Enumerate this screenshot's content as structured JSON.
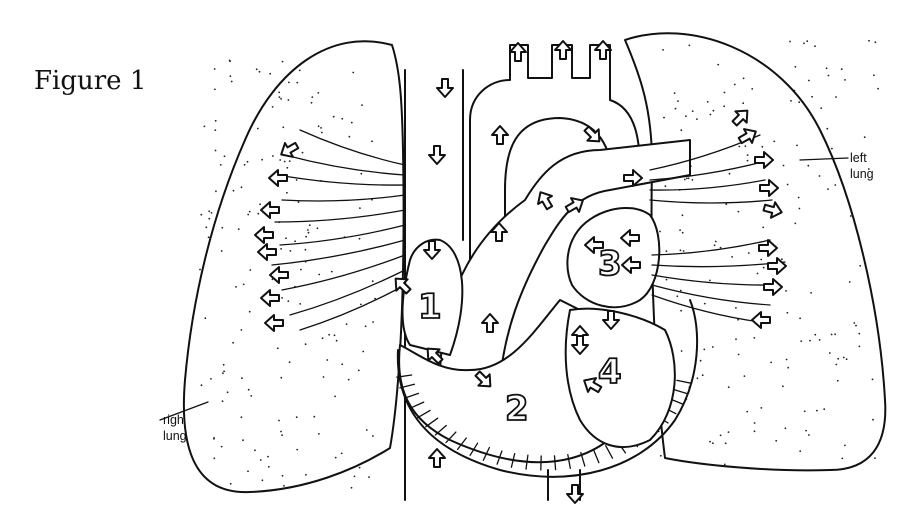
{
  "figure": {
    "title": "Figure 1",
    "labels": {
      "right_lung": [
        "right",
        "lung"
      ],
      "left_lung": [
        "left",
        "lung"
      ]
    },
    "chambers": [
      "1",
      "2",
      "3",
      "4"
    ]
  }
}
